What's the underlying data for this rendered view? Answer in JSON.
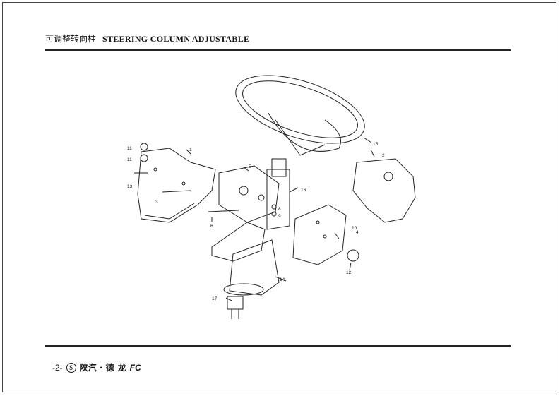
{
  "header": {
    "title_cn": "可调整转向柱",
    "title_en": "STEERING COLUMN ADJUSTABLE"
  },
  "diagram": {
    "callouts": [
      "11",
      "11",
      "13",
      "1",
      "3",
      "5",
      "16",
      "15",
      "2",
      "6",
      "8",
      "9",
      "10",
      "4",
      "12",
      "14",
      "17"
    ]
  },
  "footer": {
    "page_number": "-2-",
    "brand_icon_glyph": "$",
    "brand_text": "陕汽 · 德",
    "brand_script": "龙",
    "model": "FC"
  }
}
